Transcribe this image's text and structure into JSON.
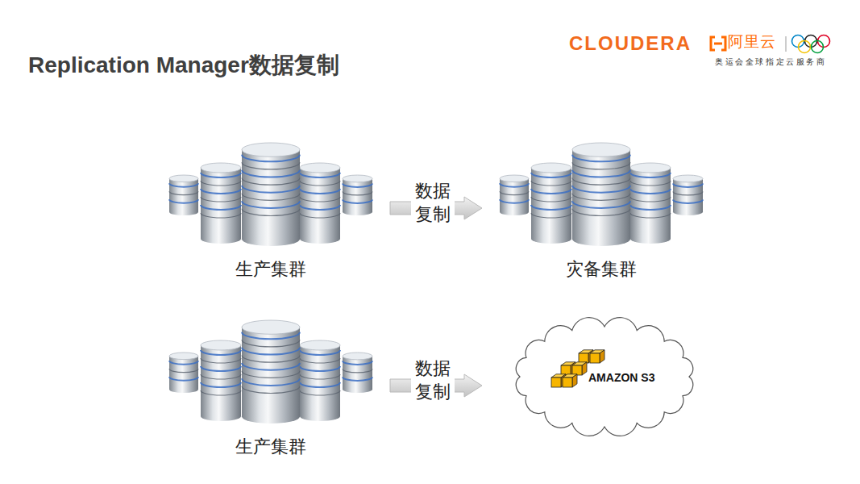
{
  "diagram": {
    "title": "Replication Manager数据复制",
    "nodes": [
      {
        "text": [
          "生产集群"
        ]
      },
      {
        "text": [
          "灾备集群"
        ]
      },
      {
        "text": [
          "生产集群"
        ]
      },
      {
        "text": [
          "AMAZON S3"
        ]
      }
    ],
    "edges": [
      {
        "from": 0,
        "to": 1,
        "label": "数据 复制",
        "arrow": "to"
      },
      {
        "from": 2,
        "to": 3,
        "label": "数据 复制",
        "arrow": "to"
      }
    ],
    "labels": [
      "CLOUDERA",
      "阿里云",
      "奥运会全球指定云服务商"
    ]
  }
}
